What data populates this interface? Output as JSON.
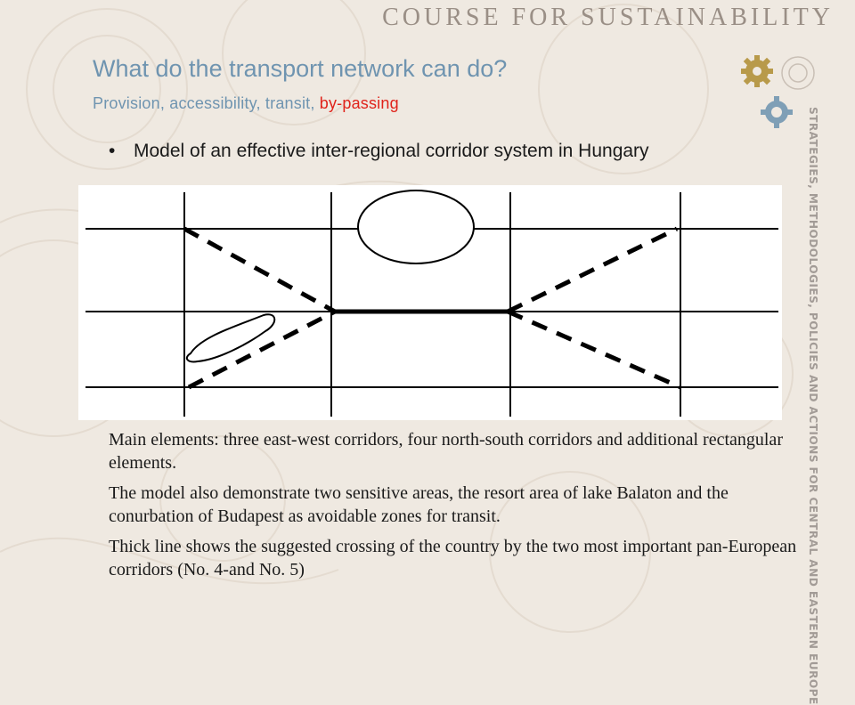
{
  "header": {
    "course_title": "COURSE FOR SUSTAINABILITY",
    "side_text": "STRATEGIES, METHODOLOGIES, POLICIES AND ACTIONS FOR CENTRAL AND EASTERN EUROPE"
  },
  "slide": {
    "title": "What do the transport network can do?",
    "subtitle_prefix": "Provision, accessibility, transit, ",
    "subtitle_highlight": "by-passing",
    "bullet": "Model of an effective inter-regional corridor system in Hungary"
  },
  "body": {
    "paragraphs": [
      "Main elements: three east-west corridors, four north-south corridors and additional rectangular elements.",
      "The model also demonstrate two sensitive areas, the resort area of lake Balaton and the conurbation of Budapest as avoidable zones for transit.",
      "Thick line shows the suggested crossing of the country by the two most important pan-European corridors (No. 4-and No. 5)"
    ]
  },
  "colors": {
    "title": "#6f94b0",
    "highlight": "#e0231b",
    "side_text": "#a29b96",
    "gear_gold": "#b89a4a",
    "gear_blue": "#7f9fb6"
  },
  "icons": [
    "gear-icon",
    "sustainability-logo"
  ]
}
